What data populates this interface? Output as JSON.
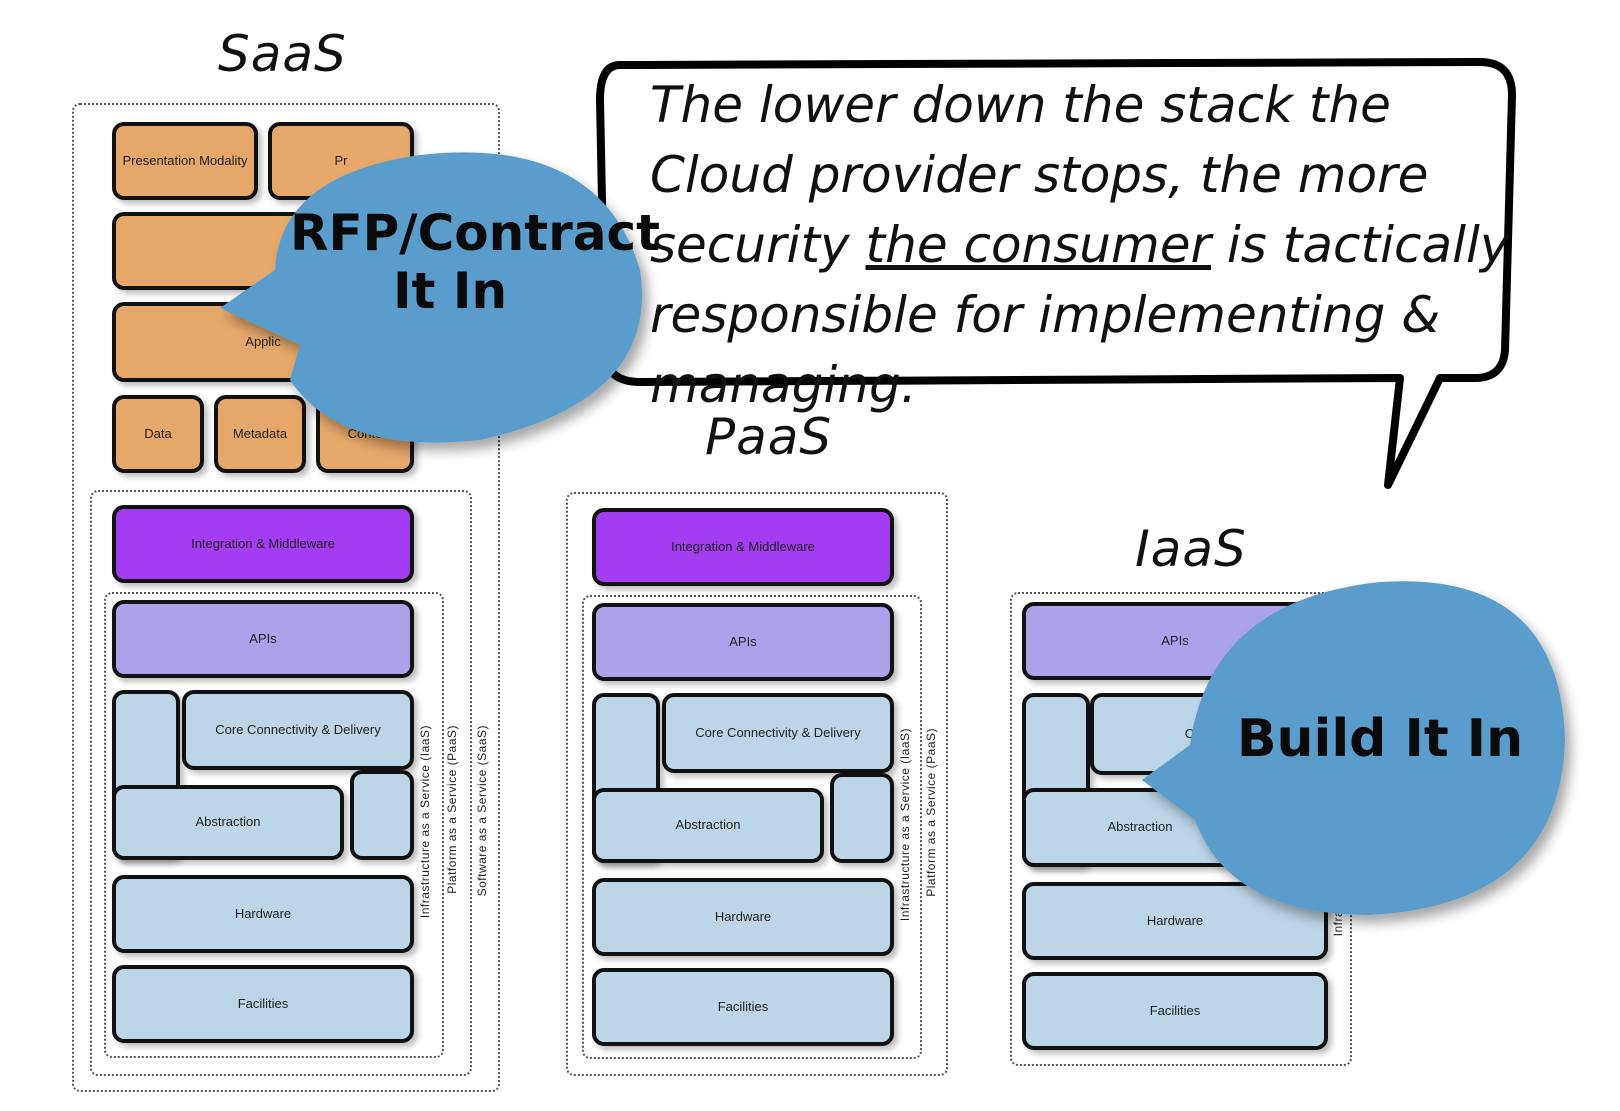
{
  "titles": {
    "saas": "SaaS",
    "paas": "PaaS",
    "iaas": "IaaS"
  },
  "callout": {
    "part1": "The lower down the stack the Cloud provider stops, the more security ",
    "underlined": "the consumer",
    "part2": " is tactically responsible for implementing & managing."
  },
  "bubbles": {
    "rfp_line1": "RFP/Contract",
    "rfp_line2": "It In",
    "build": "Build It In"
  },
  "stack": {
    "presentation_modality": "Presentation Modality",
    "presentation_partial": "Pr",
    "applications_partial": "Applic",
    "data": "Data",
    "metadata": "Metadata",
    "content_partial": "Conte",
    "integration": "Integration & Middleware",
    "apis": "APIs",
    "core": "Core Connectivity & Delivery",
    "core_partial": "Core Co",
    "abstraction": "Abstraction",
    "hardware": "Hardware",
    "facilities": "Facilities"
  },
  "side_labels": {
    "iaas": "Infrastructure as a Service (IaaS)",
    "paas": "Platform as a Service (PaaS)",
    "saas": "Software as a Service (SaaS)",
    "iaas_partial": "Infrastr"
  },
  "colors": {
    "orange": "#e5a86a",
    "purple": "#a43cf2",
    "lavender": "#aca2ea",
    "light_blue": "#bcd6e8",
    "bubble_blue": "#5a9ccc"
  }
}
